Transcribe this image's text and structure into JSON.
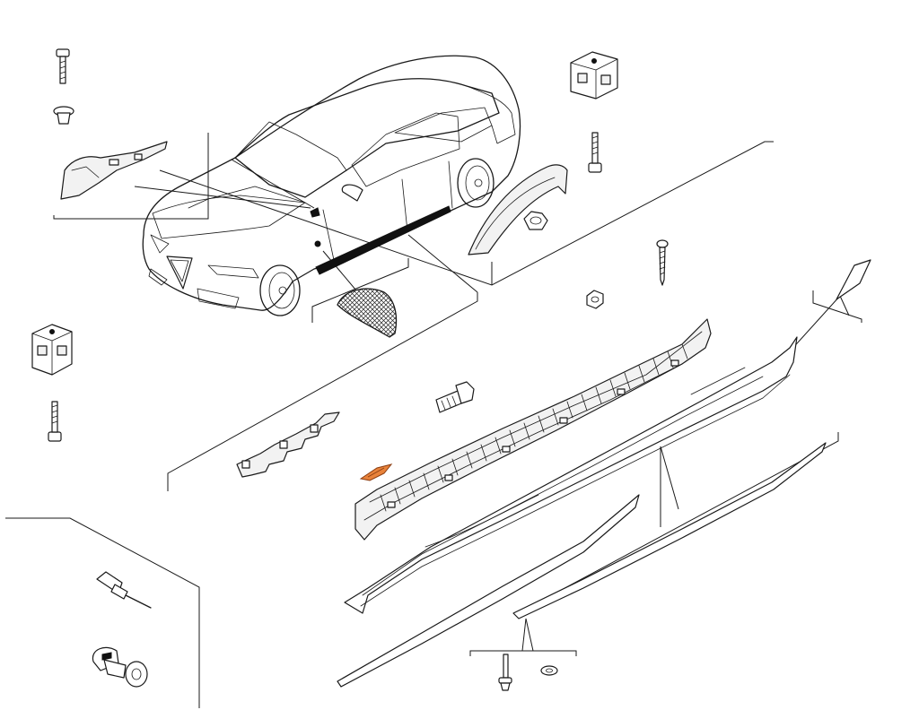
{
  "diagram": {
    "highlight_color": "#e8823a",
    "line_color": "#1a1a1a",
    "background_color": "#ffffff",
    "parts": [
      {
        "id": "screw-top-left",
        "icon": "bolt-icon"
      },
      {
        "id": "clip-top-left",
        "icon": "push-clip-icon"
      },
      {
        "id": "front-wheel-arch-liner",
        "icon": "liner-icon"
      },
      {
        "id": "vehicle",
        "icon": "car-icon"
      },
      {
        "id": "spacer-block-top",
        "icon": "block-icon"
      },
      {
        "id": "bolt-long-top",
        "icon": "bolt-icon"
      },
      {
        "id": "wheel-arch-trim",
        "icon": "trim-icon"
      },
      {
        "id": "flange-nut",
        "icon": "nut-icon"
      },
      {
        "id": "grille-insert",
        "icon": "grille-icon"
      },
      {
        "id": "wood-screw",
        "icon": "screw-icon"
      },
      {
        "id": "hex-nut",
        "icon": "nut-icon"
      },
      {
        "id": "spacer-block-left",
        "icon": "block-icon"
      },
      {
        "id": "bolt-long-left",
        "icon": "bolt-icon"
      },
      {
        "id": "hex-bolt",
        "icon": "bolt-icon"
      },
      {
        "id": "front-bracket",
        "icon": "bracket-icon"
      },
      {
        "id": "highlighted-clip",
        "icon": "clip-icon"
      },
      {
        "id": "sill-support-rail",
        "icon": "rail-icon"
      },
      {
        "id": "side-sill-cover",
        "icon": "sill-icon"
      },
      {
        "id": "end-cap",
        "icon": "cap-icon"
      },
      {
        "id": "lower-trim-strip",
        "icon": "strip-icon"
      },
      {
        "id": "blind-rivet",
        "icon": "rivet-icon"
      },
      {
        "id": "expansion-clip",
        "icon": "clip-icon"
      },
      {
        "id": "pin-rivet",
        "icon": "rivet-icon"
      },
      {
        "id": "washer",
        "icon": "washer-icon"
      }
    ]
  }
}
